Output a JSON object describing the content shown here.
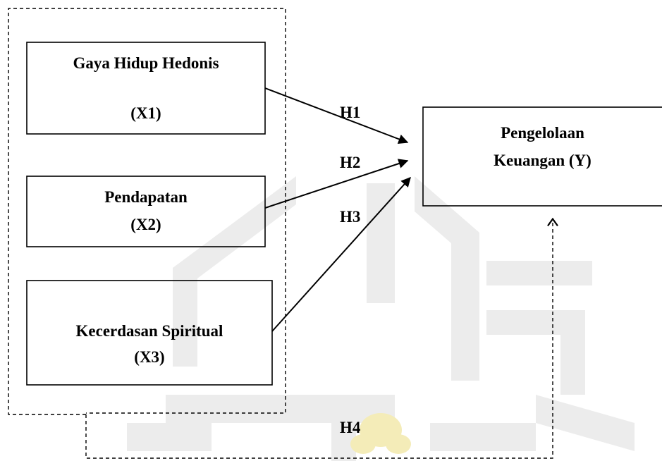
{
  "colors": {
    "line": "#000000",
    "background": "#ffffff",
    "watermark": "#ececec",
    "watermark_accent": "#f4ecb8"
  },
  "watermark": {
    "description_icon": "university-logo-watermark-icon"
  },
  "independent_variables": [
    {
      "name": "Gaya Hidup Hedonis",
      "code": "(X1)"
    },
    {
      "name": "Pendapatan",
      "code": "(X2)"
    },
    {
      "name": "Kecerdasan Spiritual",
      "code": "(X3)"
    }
  ],
  "dependent_variable": {
    "line1": "Pengelolaan",
    "line2": "Keuangan (Y)"
  },
  "hypotheses": {
    "h1": "H1",
    "h2": "H2",
    "h3": "H3",
    "h4": "H4"
  }
}
